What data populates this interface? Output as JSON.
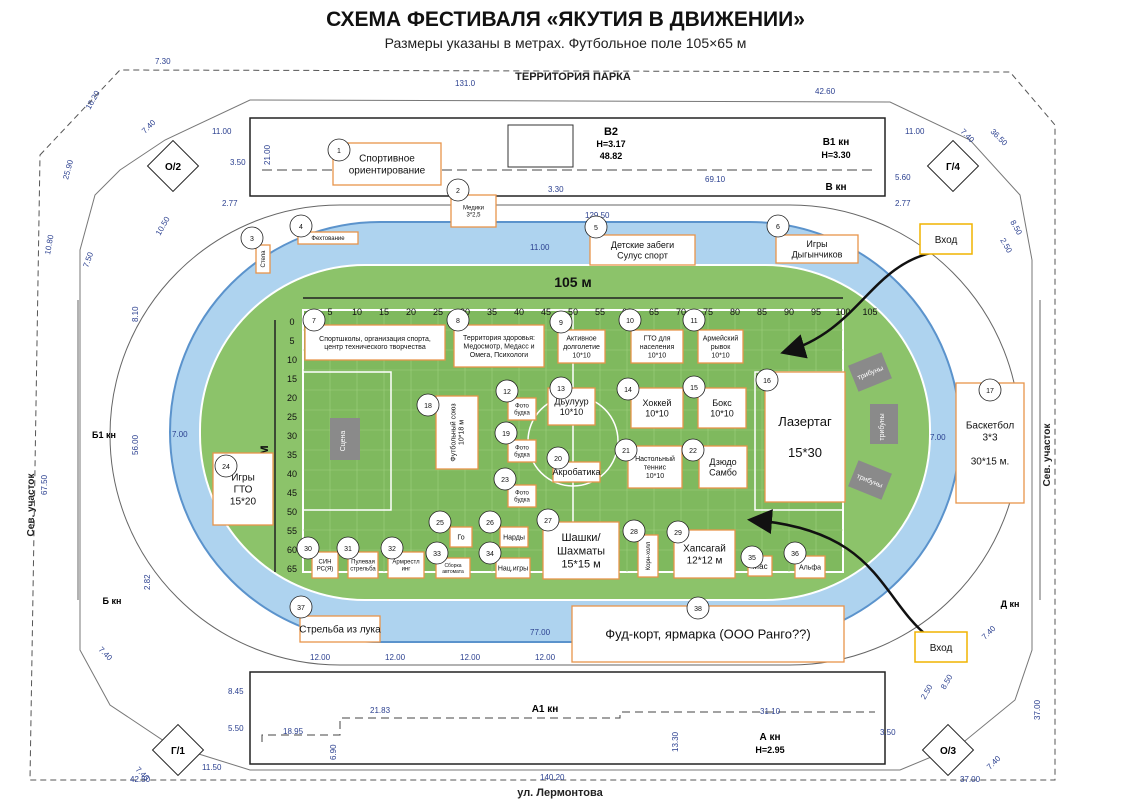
{
  "header": {
    "title": "СХЕМА ФЕСТИВАЛЯ «ЯКУТИЯ В ДВИЖЕНИИ»",
    "subtitle": "Размеры указаны в метрах. Футбольное поле 105×65 м"
  },
  "labels": {
    "park": "ТЕРРИТОРИЯ ПАРКА",
    "street": "ул. Лермонтова",
    "north_plot_left": "Сев. участок",
    "north_plot_right": "Сев. участок",
    "field_width": "105 м",
    "field_height": "65 м",
    "stage": "Сцена",
    "tribune": "трибуны",
    "entrance": "Вход"
  },
  "stands": {
    "b2": "В2",
    "b2_h": "Н=3.17",
    "b2_len": "48.82",
    "b1": "В1 кн",
    "b1_h": "Н=3.30",
    "b_kn": "В кн",
    "a1": "А1 кн",
    "a_kn": "А кн",
    "a_h": "Н=2.95",
    "b1_side": "Б1 кн",
    "b_side": "Б кн",
    "d_kn": "Д кн",
    "o2": "О/2",
    "g4": "Г/4",
    "g1": "Г/1",
    "o3": "О/3"
  },
  "dimensions": {
    "d_730": "7.30",
    "d_1310": "131.0",
    "d_4260": "42.60",
    "d_1620": "16.20",
    "d_2590": "25.90",
    "d_1080": "10.80",
    "d_740a": "7.40",
    "d_1100a": "11.00",
    "d_2100": "21.00",
    "d_350a": "3.50",
    "d_6910": "69.10",
    "d_330": "3.30",
    "d_560": "5.60",
    "d_277a": "2.77",
    "d_277b": "2.77",
    "d_12950": "129.50",
    "d_1100b": "11.00",
    "d_1100c": "11.00",
    "d_740b": "7.40",
    "d_3650": "36.50",
    "d_250a": "2.50",
    "d_850a": "8.50",
    "d_1050": "10.50",
    "d_750": "7.50",
    "d_810": "8.10",
    "d_700a": "7.00",
    "d_700b": "7.00",
    "d_5600": "56.00",
    "d_6750": "67.50",
    "d_282": "2.82",
    "d_7700": "77.00",
    "d_1200a": "12.00",
    "d_1200b": "12.00",
    "d_1200c": "12.00",
    "d_1200d": "12.00",
    "d_845": "8.45",
    "d_2183": "21.83",
    "d_3110": "31.10",
    "d_1895": "18.95",
    "d_550": "5.50",
    "d_690": "6.90",
    "d_1330": "13.30",
    "d_14020": "140.20",
    "d_4250": "42.50",
    "d_3700a": "37.00",
    "d_3700b": "37.00",
    "d_350b": "3.50",
    "d_740c": "7.40",
    "d_740d": "7.40",
    "d_1150": "11.50",
    "d_250b": "2.50",
    "d_850b": "8.50",
    "d_740e": "7.40",
    "d_740f": "7.40"
  },
  "ruler_top": [
    "5",
    "10",
    "15",
    "20",
    "25",
    "30",
    "35",
    "40",
    "45",
    "50",
    "55",
    "60",
    "65",
    "70",
    "75",
    "80",
    "85",
    "90",
    "95",
    "100",
    "105"
  ],
  "ruler_left": [
    "0",
    "5",
    "10",
    "15",
    "20",
    "25",
    "30",
    "35",
    "40",
    "45",
    "50",
    "55",
    "60",
    "65"
  ],
  "zones": [
    {
      "n": "1",
      "label": "Спортивное ориентирование"
    },
    {
      "n": "2",
      "label": "Медики 3*2,5"
    },
    {
      "n": "3",
      "label": "Стела"
    },
    {
      "n": "4",
      "label": "Фехтование"
    },
    {
      "n": "5",
      "label": "Детские забеги Сулус спорт"
    },
    {
      "n": "6",
      "label": "Игры Дыгынчиков"
    },
    {
      "n": "7",
      "label": "Спортшколы, организация спорта, центр технического творчества"
    },
    {
      "n": "8",
      "label": "Территория здоровья: Медосмотр, Медасс и Омега, Психологи"
    },
    {
      "n": "9",
      "label": "Активное долголетие 10*10"
    },
    {
      "n": "10",
      "label": "ГТО для населения 10*10"
    },
    {
      "n": "11",
      "label": "Армейский рывок 10*10"
    },
    {
      "n": "12",
      "label": "Фото будка"
    },
    {
      "n": "13",
      "label": "Дьулуур 10*10"
    },
    {
      "n": "14",
      "label": "Хоккей 10*10"
    },
    {
      "n": "15",
      "label": "Бокс 10*10"
    },
    {
      "n": "16",
      "label": "Лазертаг 15*30"
    },
    {
      "n": "17",
      "label": "Баскетбол 3*3 30*15 м."
    },
    {
      "n": "18",
      "label": "Футбольный союз 10*18 м"
    },
    {
      "n": "19",
      "label": "Фото будка"
    },
    {
      "n": "20",
      "label": "Акробатика"
    },
    {
      "n": "21",
      "label": "Настольный теннис 10*10"
    },
    {
      "n": "22",
      "label": "Дзюдо Самбо"
    },
    {
      "n": "23",
      "label": "Фото будка"
    },
    {
      "n": "24",
      "label": "Игры ГТО 15*20"
    },
    {
      "n": "25",
      "label": "Го"
    },
    {
      "n": "26",
      "label": "Нарды"
    },
    {
      "n": "27",
      "label": "Шашки/ Шахматы 15*15 м"
    },
    {
      "n": "28",
      "label": "Корн-холл"
    },
    {
      "n": "29",
      "label": "Хапсагай 12*12 м"
    },
    {
      "n": "30",
      "label": "СИН РС(Я)"
    },
    {
      "n": "31",
      "label": "Пулевая стрельба"
    },
    {
      "n": "32",
      "label": "Армрестл инг"
    },
    {
      "n": "33",
      "label": "Сборка автомата"
    },
    {
      "n": "34",
      "label": "Нац.игры"
    },
    {
      "n": "35",
      "label": "Мас"
    },
    {
      "n": "36",
      "label": "Альфа"
    },
    {
      "n": "37",
      "label": "Стрельба из лука"
    },
    {
      "n": "38",
      "label": "Фуд-корт, ярмарка (ООО Ранго??)"
    }
  ],
  "colors": {
    "field": "#8cc36a",
    "track": "#aed3ef",
    "track_edge": "#5b93cc",
    "zone_border": "#e8944a",
    "entrance_border": "#f0b400",
    "tribune": "#8a8a8a"
  }
}
